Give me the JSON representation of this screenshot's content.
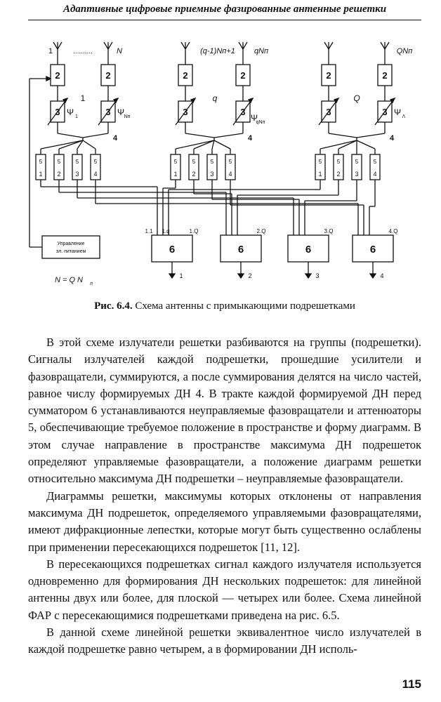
{
  "header": {
    "running_title": "Адаптивные цифровые приемные фазированные антенные решетки"
  },
  "figure": {
    "caption_label": "Рис. 6.4.",
    "caption_text": "Схема антенны с примыкающими подрешетками",
    "antenna_labels": [
      "1",
      "N",
      "(q-1)N",
      "+1",
      "qN",
      "QN"
    ],
    "antenna_subscript": "п",
    "dots": "..........",
    "subarray_labels": [
      "1",
      "q",
      "Q"
    ],
    "phase_labels": [
      "Ψ",
      "Ψ",
      "Ψ",
      "Ψ"
    ],
    "phase_subscripts": [
      "1",
      "Nп",
      "qNп",
      "Λ"
    ],
    "block_labels": {
      "amplifier": "2",
      "phase_shifter": "3",
      "divider": "4",
      "phase_attenuator": "5",
      "adder": "6"
    },
    "unit5_numbers": [
      "1",
      "2",
      "3",
      "4"
    ],
    "adder_inputs": [
      "1.1",
      "1.q",
      "1.Q",
      "2.Q",
      "3.Q",
      "4.Q"
    ],
    "outputs": [
      "1",
      "2",
      "3",
      "4"
    ],
    "power_box": {
      "line1": "Управление",
      "line2": "эл. питанием"
    },
    "formula_left": "N = Q N",
    "formula_sub": "п"
  },
  "paragraphs": [
    "В этой схеме излучатели решетки разбиваются на группы (подрешетки). Сигналы излучателей каждой подрешетки, прошедшие усилители и фазовращатели, суммируются, а после суммирования делятся на число частей, равное числу формируемых ДН 4. В тракте каждой формируемой ДН перед сумматором 6 устанавливаются неуправляемые фазовращатели и аттенюаторы 5, обеспечивающие требуемое положение в пространстве и форму диаграмм. В этом случае направление в пространстве максимума ДН подрешеток определяют управляемые фазовращатели, а положение диаграмм решетки относительно максимума ДН подрешетки – неуправляемые фазовращатели.",
    "Диаграммы решетки, максимумы которых отклонены от направления максимума ДН подрешеток, определяемого управляемыми фазовращателями, имеют дифракционные лепестки, которые могут быть существенно ослаблены при применении пересекающихся подрешеток [11, 12].",
    "В пересекающихся подрешетках сигнал каждого излучателя используется одновременно для формирования ДН нескольких подрешеток: для линейной антенны двух или более, для плоской — четырех или более. Схема линейной ФАР с пересекающимися подрешетками приведена на рис. 6.5.",
    "В данной схеме линейной решетки эквивалентное число излучателей в каждой подрешетке равно четырем, а в формировании ДН исполь-"
  ],
  "page_number": "115"
}
